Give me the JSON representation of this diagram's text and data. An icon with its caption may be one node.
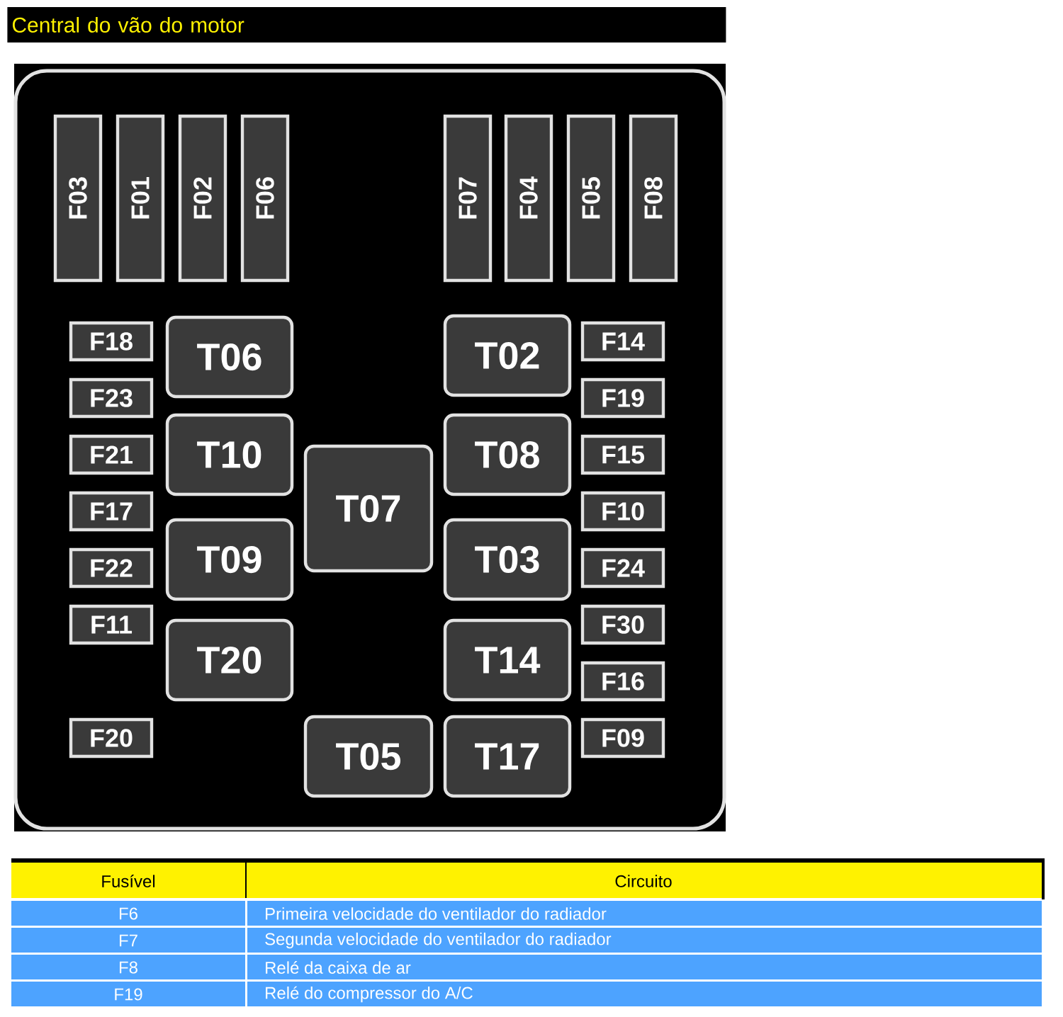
{
  "diagram": {
    "title": "Central do vão do motor",
    "nodes": [
      {
        "text": [],
        "shape": "box"
      },
      {
        "text": [
          "F03"
        ],
        "in": 0
      },
      {
        "text": [
          "F01"
        ],
        "in": 0
      },
      {
        "text": [
          "F02"
        ],
        "in": 0
      },
      {
        "text": [
          "F06"
        ],
        "in": 0
      },
      {
        "text": [
          "F07"
        ],
        "in": 0
      },
      {
        "text": [
          "F04"
        ],
        "in": 0
      },
      {
        "text": [
          "F05"
        ],
        "in": 0
      },
      {
        "text": [
          "F08"
        ],
        "in": 0
      },
      {
        "text": [
          "F18"
        ],
        "in": 0
      },
      {
        "text": [
          "T06"
        ],
        "in": 0
      },
      {
        "text": [
          "T02"
        ],
        "in": 0
      },
      {
        "text": [
          "F14"
        ],
        "in": 0
      },
      {
        "text": [
          "F23"
        ],
        "in": 0
      },
      {
        "text": [
          "F19"
        ],
        "in": 0
      },
      {
        "text": [
          "F21"
        ],
        "in": 0
      },
      {
        "text": [
          "T10"
        ],
        "in": 0
      },
      {
        "text": [
          "T08"
        ],
        "in": 0
      },
      {
        "text": [
          "F15"
        ],
        "in": 0
      },
      {
        "text": [
          "T07"
        ],
        "in": 0
      },
      {
        "text": [
          "F17"
        ],
        "in": 0
      },
      {
        "text": [
          "F10"
        ],
        "in": 0
      },
      {
        "text": [
          "F22"
        ],
        "in": 0
      },
      {
        "text": [
          "T09"
        ],
        "in": 0
      },
      {
        "text": [
          "T03"
        ],
        "in": 0
      },
      {
        "text": [
          "F24"
        ],
        "in": 0
      },
      {
        "text": [
          "F11"
        ],
        "in": 0
      },
      {
        "text": [
          "F30"
        ],
        "in": 0
      },
      {
        "text": [
          "T20"
        ],
        "in": 0
      },
      {
        "text": [
          "T14"
        ],
        "in": 0
      },
      {
        "text": [
          "F16"
        ],
        "in": 0
      },
      {
        "text": [
          "F20"
        ],
        "in": 0
      },
      {
        "text": [
          "T05"
        ],
        "in": 0
      },
      {
        "text": [
          "T17"
        ],
        "in": 0
      },
      {
        "text": [
          "F09"
        ],
        "in": 0
      }
    ],
    "labels": [
      "Fusível",
      "Circuito",
      "F6",
      "Primeira velocidade do ventilador do radiador",
      "F7",
      "Segunda velocidade do ventilador do radiador",
      "F8",
      "Relé da caixa de ar",
      "F19",
      "Relé do compressor do A/C"
    ]
  }
}
